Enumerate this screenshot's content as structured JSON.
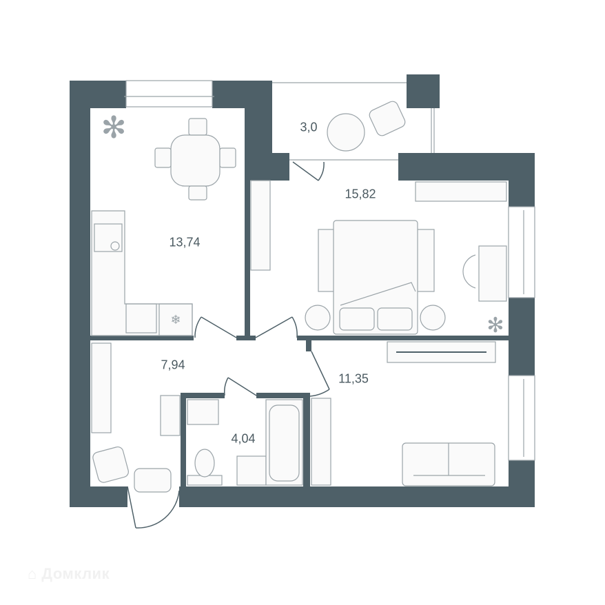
{
  "plan": {
    "wall_color": "#4e6068",
    "furniture_color": "#9aa3a8",
    "rooms": [
      {
        "id": "kitchen",
        "area": "13,74"
      },
      {
        "id": "balcony",
        "area": "3,0"
      },
      {
        "id": "bedroom",
        "area": "15,82"
      },
      {
        "id": "hallway",
        "area": "7,94"
      },
      {
        "id": "bathroom",
        "area": "4,04"
      },
      {
        "id": "living-room",
        "area": "11,35"
      }
    ]
  },
  "watermark": "Домклик"
}
